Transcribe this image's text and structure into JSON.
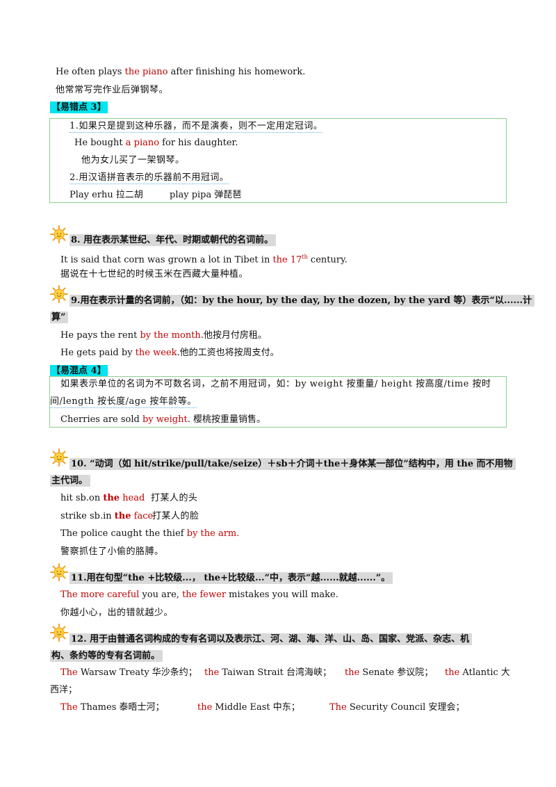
{
  "intro": {
    "en_pre": "He often plays ",
    "en_red": "the piano",
    "en_post": " after finishing his homework.",
    "cn": "他常常写完作业后弹钢琴。"
  },
  "tag3": "【易错点 3】",
  "box3": {
    "l1": "1.如果只是提到这种乐器，而不是演奏，则不一定用定冠词。",
    "l2_pre": "He bought ",
    "l2_red": "a piano",
    "l2_post": " for his daughter.",
    "l3": "他为女儿买了一架钢琴。",
    "l4": "2.用汉语拼音表示的乐器前不用冠词。",
    "l5a": "Play erhu 拉二胡",
    "l5b": "play pipa 弹琵琶"
  },
  "s8": {
    "title": "8. 用在表示某世纪、年代、时期或朝代的名词前。",
    "en_pre": "It is said that corn was grown a lot in Tibet in ",
    "en_red": "the 17",
    "en_sup": "th",
    "en_post": " century.",
    "cn": "据说在十七世纪的时候玉米在西藏大量种植。"
  },
  "s9": {
    "title1": "9.用在表示计量的名词前，（如：by the hour, by the day, by the dozen, by the yard 等）表示“以......计",
    "title2": "算”",
    "l1_pre": "He pays the rent ",
    "l1_red": "by the month",
    "l1_post": ".他按月付房租。",
    "l2_pre": "He gets paid by ",
    "l2_red": "the week",
    "l2_post": ".他的工资也将按周支付。"
  },
  "tag4": "【易混点 4】",
  "box4": {
    "l1": "如果表示单位的名词为不可数名词，之前不用冠词，如：by weight 按重量/ height 按高度/time 按时",
    "l2": "间/length 按长度/age 按年龄等。",
    "l3_pre": "Cherries are sold ",
    "l3_red": "by weight",
    "l3_post": ". 樱桃按重量销售。"
  },
  "s10": {
    "title1": "10. “动词（如 hit/strike/pull/take/seize）＋sb＋介词＋the＋身体某一部位”结构中，用 the 而不用物",
    "title2": "主代词。",
    "e1_pre": "hit sb.on ",
    "e1_the": "the",
    "e1_red": " head",
    "e1_cn": "打某人的头",
    "e2_pre": "strike sb.in ",
    "e2_the": "the",
    "e2_red": " face",
    "e2_cn": "打某人的脸",
    "e3_pre": "The police caught the thief ",
    "e3_red": "by the arm.",
    "e3_cn": "警察抓住了小偷的胳膊。"
  },
  "s11": {
    "title": "11.用在句型“the +比较级...， the+比较级...”中，表示“越......就越......”。",
    "en_red1": "The more careful",
    "en_mid": " you are, ",
    "en_red2": "the fewer",
    "en_post": " mistakes you will make.",
    "cn": "你越小心，出的错就越少。"
  },
  "s12": {
    "title1": "12. 用于由普通名词构成的专有名词以及表示江、河、湖、海、洋、山、岛、国家、党派、杂志、机",
    "title2": "构、条约等的专有名词前。",
    "items": [
      {
        "the": "The",
        "rest": " Warsaw Treaty 华沙条约；"
      },
      {
        "the": "the",
        "rest": " Taiwan Strait 台湾海峡；"
      },
      {
        "the": "the",
        "rest": " Senate 参议院；"
      },
      {
        "the": "the",
        "rest": " Atlantic 大"
      },
      {
        "the": "",
        "rest": "西洋；"
      },
      {
        "the": "The",
        "rest": " Thames 泰晤士河；"
      },
      {
        "the": "the",
        "rest": " Middle East 中东；"
      },
      {
        "the": "The",
        "rest": " Security Council 安理会；"
      }
    ]
  },
  "colors": {
    "accent_red": "#c00000",
    "tag_bg": "#00e5ee",
    "box_border": "#8ccf8c",
    "heading_bg": "#d9d9d9"
  }
}
